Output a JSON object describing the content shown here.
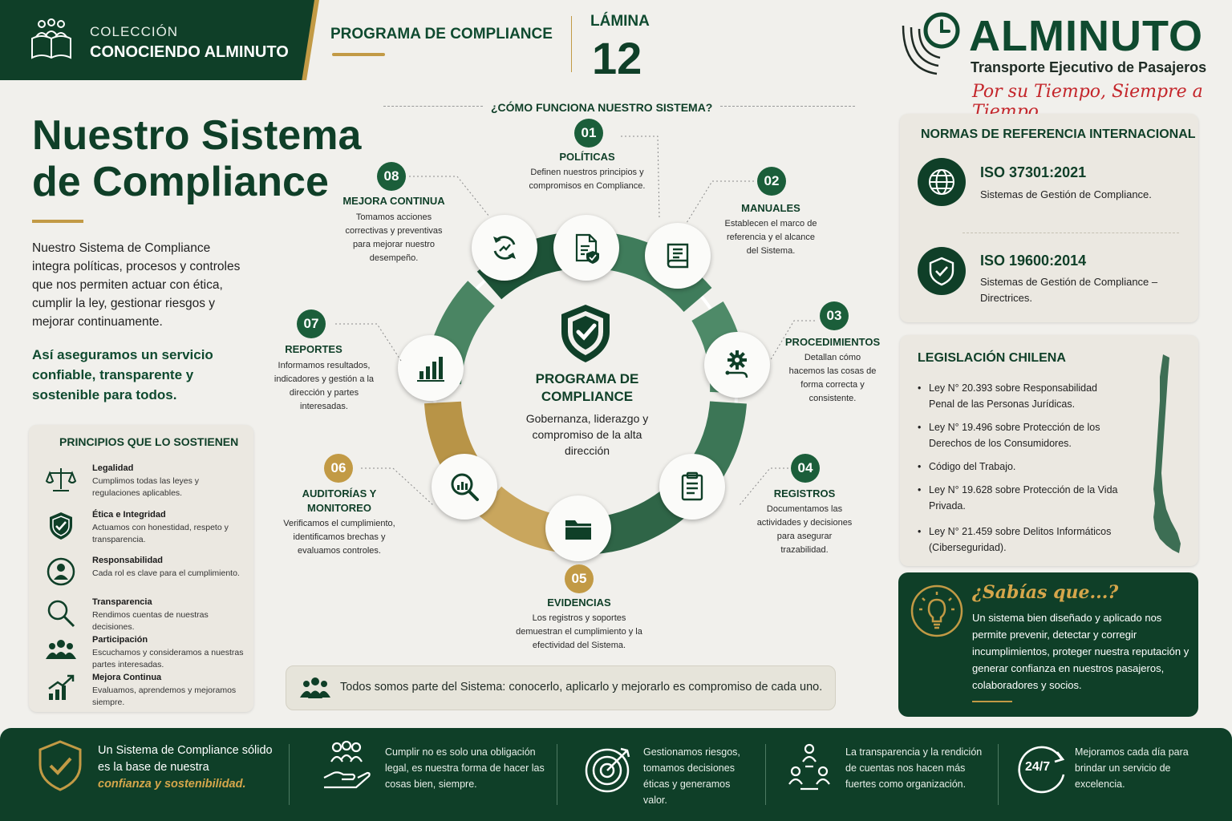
{
  "header": {
    "collection_line1": "COLECCIÓN",
    "collection_line2": "CONOCIENDO ALMINUTO",
    "program": "PROGRAMA DE COMPLIANCE",
    "lamina_label": "LÁMINA",
    "lamina_number": "12",
    "brand_name": "ALMINUTO",
    "brand_subtitle": "Transporte Ejecutivo de Pasajeros",
    "brand_tagline": "Por su Tiempo, Siempre a Tiempo"
  },
  "left": {
    "title_line1": "Nuestro Sistema",
    "title_line2": "de Compliance",
    "intro": "Nuestro Sistema de Compliance integra políticas, procesos y controles que nos permiten actuar con ética, cumplir la ley, gestionar riesgos y mejorar continuamente.",
    "highlight": "Así aseguramos un servicio confiable, transparente y sostenible para todos.",
    "principles_title": "PRINCIPIOS QUE LO SOSTIENEN",
    "principles": [
      {
        "title": "Legalidad",
        "desc": "Cumplimos todas las leyes y regulaciones aplicables.",
        "icon": "scales-icon"
      },
      {
        "title": "Ética e Integridad",
        "desc": "Actuamos con honestidad, respeto y transparencia.",
        "icon": "shield-check-icon"
      },
      {
        "title": "Responsabilidad",
        "desc": "Cada rol es clave para el cumplimiento.",
        "icon": "person-icon"
      },
      {
        "title": "Transparencia",
        "desc": "Rendimos cuentas de nuestras decisiones.",
        "icon": "magnifier-icon"
      },
      {
        "title": "Participación",
        "desc": "Escuchamos y consideramos a nuestras partes interesadas.",
        "icon": "group-icon"
      },
      {
        "title": "Mejora Continua",
        "desc": "Evaluamos, aprendemos y mejoramos siempre.",
        "icon": "growth-chart-icon"
      }
    ]
  },
  "center": {
    "question": "¿CÓMO FUNCIONA NUESTRO SISTEMA?",
    "hub_title": "PROGRAMA DE COMPLIANCE",
    "hub_desc": "Gobernanza, liderazgo y compromiso de la alta dirección",
    "steps": [
      {
        "num": "01",
        "title": "POLÍTICAS",
        "desc": "Definen nuestros principios y compromisos en Compliance."
      },
      {
        "num": "02",
        "title": "MANUALES",
        "desc": "Establecen el marco de referencia y el alcance del Sistema."
      },
      {
        "num": "03",
        "title": "PROCEDIMIENTOS",
        "desc": "Detallan cómo hacemos las cosas de forma correcta y consistente."
      },
      {
        "num": "04",
        "title": "REGISTROS",
        "desc": "Documentamos las actividades y decisiones para asegurar trazabilidad."
      },
      {
        "num": "05",
        "title": "EVIDENCIAS",
        "desc": "Los registros y soportes demuestran el cumplimiento y la efectividad del Sistema."
      },
      {
        "num": "06",
        "title": "AUDITORÍAS Y MONITOREO",
        "desc": "Verificamos el cumplimiento, identificamos brechas y evaluamos controles."
      },
      {
        "num": "07",
        "title": "REPORTES",
        "desc": "Informamos resultados, indicadores y gestión a la dirección y partes interesadas."
      },
      {
        "num": "08",
        "title": "MEJORA CONTINUA",
        "desc": "Tomamos acciones correctivas y preventivas para mejorar nuestro desempeño."
      }
    ],
    "team_message": "Todos somos parte del Sistema: conocerlo, aplicarlo y mejorarlo es compromiso de cada uno."
  },
  "right": {
    "normas_title": "NORMAS DE REFERENCIA INTERNACIONAL",
    "normas": [
      {
        "code": "ISO 37301:2021",
        "desc": "Sistemas de Gestión de Compliance.",
        "icon": "globe-icon"
      },
      {
        "code": "ISO 19600:2014",
        "desc": "Sistemas de Gestión de Compliance – Directrices.",
        "icon": "shield-check-icon"
      }
    ],
    "legis_title": "LEGISLACIÓN CHILENA",
    "laws": [
      "Ley N° 20.393 sobre Responsabilidad Penal de las Personas Jurídicas.",
      "Ley N° 19.496 sobre Protección de los Derechos de los Consumidores.",
      "Código del Trabajo.",
      "Ley N° 19.628 sobre Protección de la Vida Privada.",
      "Ley N° 21.459 sobre Delitos Informáticos (Ciberseguridad)."
    ],
    "sabias_title": "¿Sabías que...?",
    "sabias_body": "Un sistema bien diseñado y aplicado nos permite prevenir, detectar y corregir incumplimientos, proteger nuestra reputación y generar confianza en nuestros pasajeros, colaboradores y socios."
  },
  "footer": {
    "item1_plain": "Un Sistema de Compliance sólido es la base de nuestra",
    "item1_em": "confianza y sostenibilidad.",
    "item2": "Cumplir no es solo una obligación legal, es nuestra forma de hacer las cosas bien, siempre.",
    "item3": "Gestionamos riesgos, tomamos decisiones éticas y generamos valor.",
    "item4": "La transparencia y la rendición de cuentas nos hacen más fuertes como organización.",
    "item5": "Mejoramos cada día para brindar un servicio de excelencia.",
    "badge_247": "24/7"
  },
  "colors": {
    "primary_green": "#0f3f28",
    "accent_gold": "#c29a45",
    "brand_red": "#c4262b"
  }
}
